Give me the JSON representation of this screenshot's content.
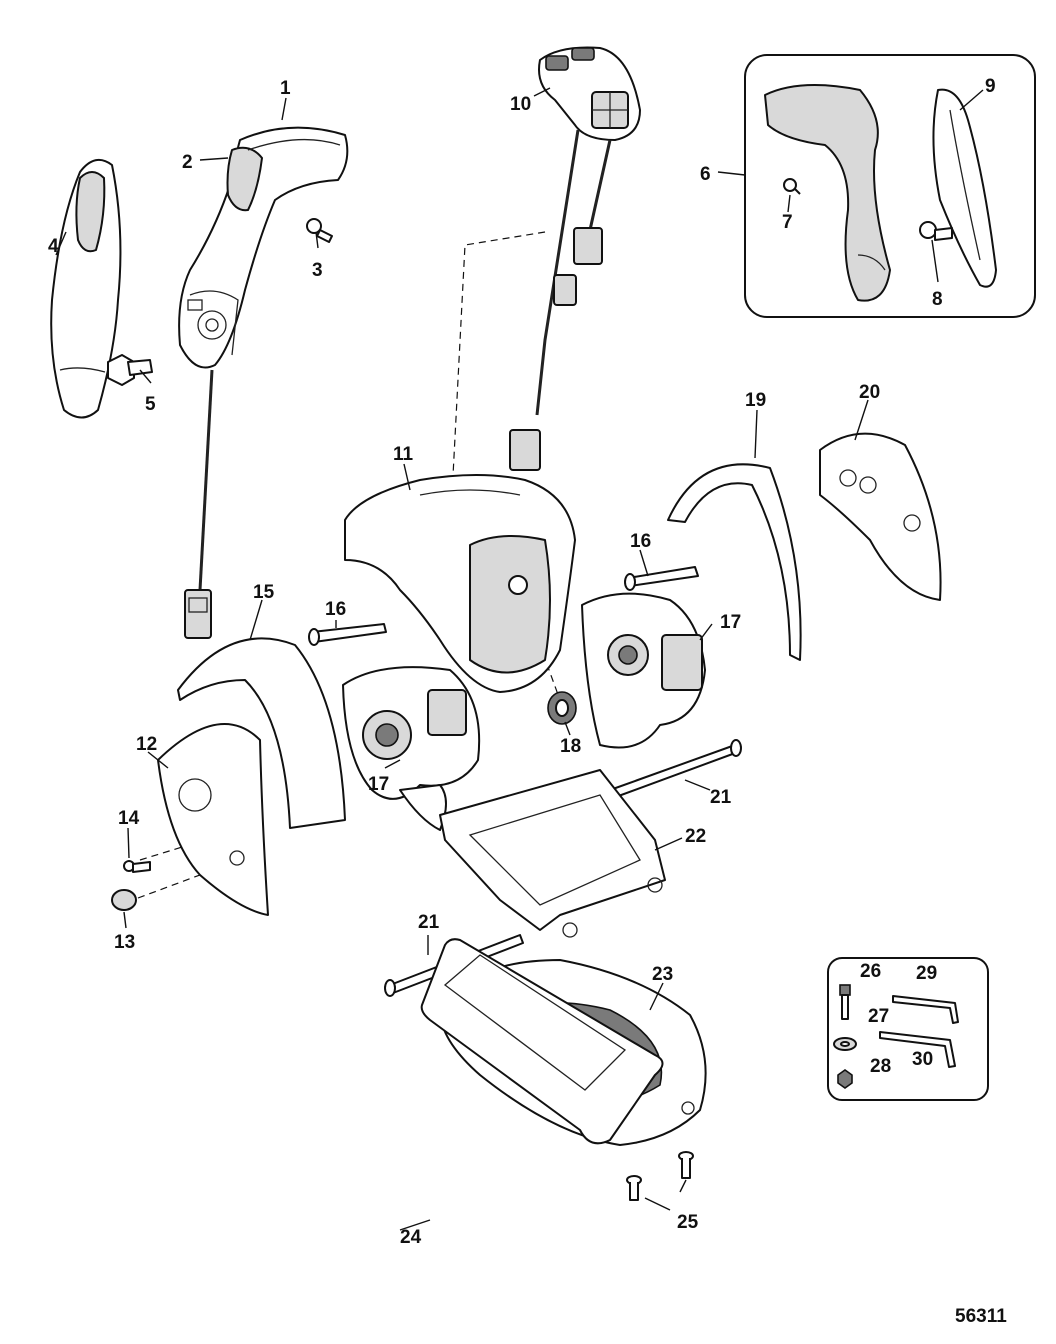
{
  "diagram": {
    "figure_number": "56311",
    "callouts": [
      "1",
      "2",
      "3",
      "4",
      "5",
      "6",
      "7",
      "8",
      "9",
      "10",
      "11",
      "12",
      "13",
      "14",
      "15",
      "16",
      "16",
      "17",
      "17",
      "18",
      "19",
      "20",
      "21",
      "21",
      "22",
      "23",
      "24",
      "25",
      "26",
      "27",
      "28",
      "29",
      "30"
    ]
  }
}
